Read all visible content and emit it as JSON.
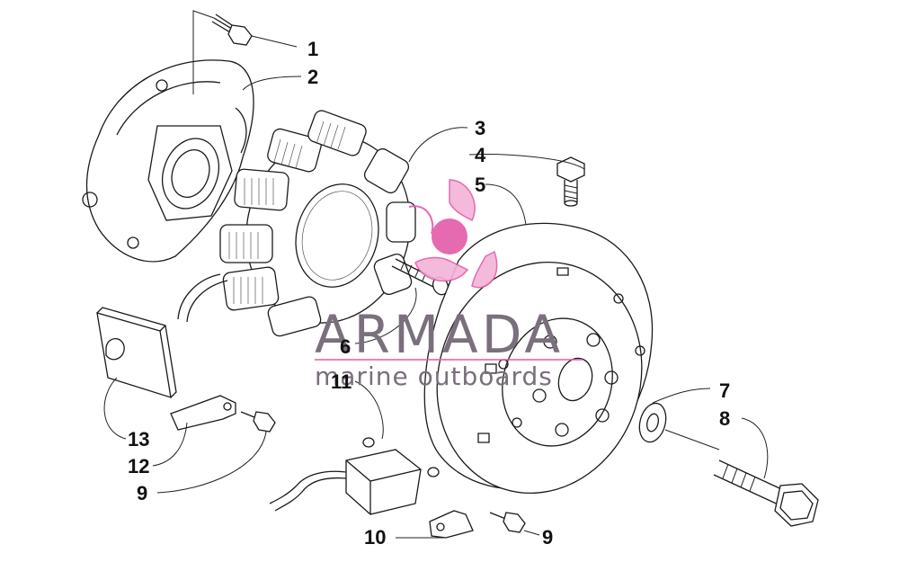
{
  "diagram": {
    "callouts": [
      {
        "id": "c1",
        "label": "1"
      },
      {
        "id": "c2",
        "label": "2"
      },
      {
        "id": "c3",
        "label": "3"
      },
      {
        "id": "c4",
        "label": "4"
      },
      {
        "id": "c5",
        "label": "5"
      },
      {
        "id": "c6",
        "label": "6"
      },
      {
        "id": "c11",
        "label": "11"
      },
      {
        "id": "c7",
        "label": "7"
      },
      {
        "id": "c8",
        "label": "8"
      },
      {
        "id": "c13",
        "label": "13"
      },
      {
        "id": "c12",
        "label": "12"
      },
      {
        "id": "c9a",
        "label": "9"
      },
      {
        "id": "c10",
        "label": "10"
      },
      {
        "id": "c9b",
        "label": "9"
      }
    ]
  },
  "watermark": {
    "brand": "ARMADA",
    "tagline": "marine outboards",
    "colors": {
      "logo_pink": "#e35aa8",
      "logo_light": "#f3b3d8",
      "text": "#7a6f7c"
    }
  }
}
